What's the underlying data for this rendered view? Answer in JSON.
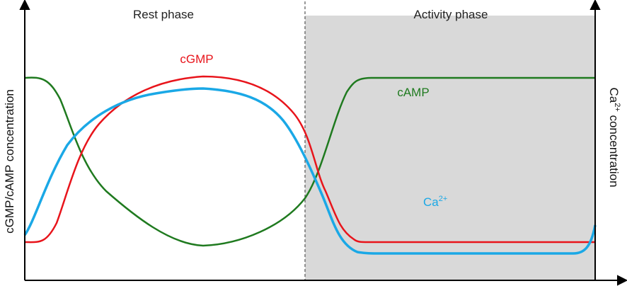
{
  "phases": {
    "rest": "Rest phase",
    "activity": "Activity phase"
  },
  "axes": {
    "left": "cGMP/cAMP concentration",
    "right_base": "Ca",
    "right_sup": "2+",
    "right_rest": " concentration"
  },
  "series": {
    "cgmp": {
      "name": "cGMP",
      "color": "#e8141b"
    },
    "camp": {
      "name": "cAMP",
      "color": "#1f7a1f"
    },
    "ca": {
      "name_base": "Ca",
      "name_sup": "2+",
      "color": "#1aa8e6"
    }
  },
  "colors": {
    "activity_shade": "#d9d9d9",
    "axis": "#000000",
    "divider": "#555555"
  }
}
